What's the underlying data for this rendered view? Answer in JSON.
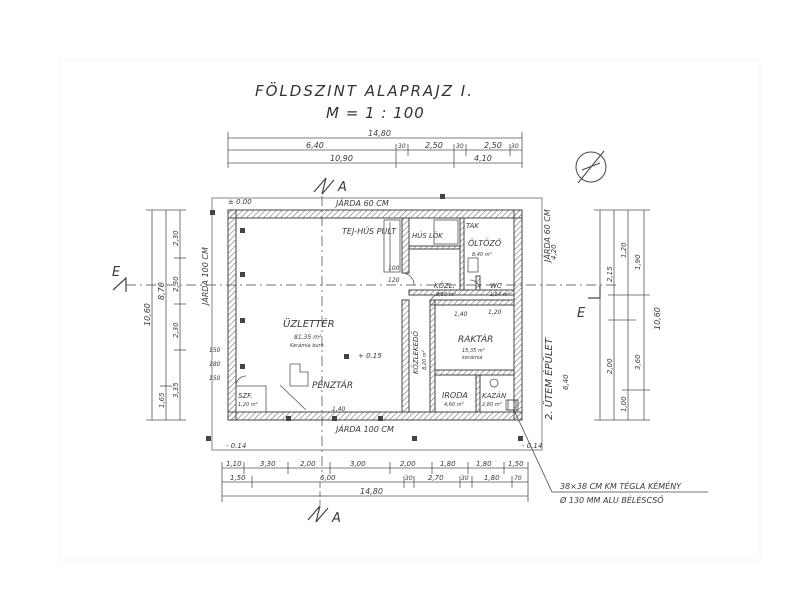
{
  "title": "FÖLDSZINT ALAPRAJZ I.",
  "scale": "M = 1 : 100",
  "rooms": {
    "salesroom": {
      "name": "ÜZLETTÉR",
      "area": "81,35 m²",
      "floor": "Kerámia burk."
    },
    "counter": "TEJ-HÚS PULT",
    "cashier": "PÉNZTÁR",
    "meat": "HÚS LÖK",
    "closet": "TAK",
    "changing": {
      "name": "ÖLTÖZŐ",
      "area": "8,40 m²"
    },
    "corridor": {
      "name": "KÖZL.",
      "area": "3,50 m²"
    },
    "wc": {
      "name": "WC",
      "area": "1,54 m²"
    },
    "storage": {
      "name": "RAKTÁR",
      "area": "15,35 m²",
      "floor": "kerámia"
    },
    "hallway": {
      "name": "KÖZLEKEDŐ",
      "area": "8,20 m²"
    },
    "office": {
      "name": "IRODA",
      "area": "4,60 m²"
    },
    "boiler": {
      "name": "KAZÁN",
      "area": "2,80 m²"
    },
    "storeroom": {
      "name": "SZF.",
      "area": "1,20 m²"
    }
  },
  "labels": {
    "sidewalk_top": "JÁRDA 60 CM",
    "sidewalk_bottom": "JÁRDA 100 CM",
    "sidewalk_left": "JÁRDA 100 CM",
    "sidewalk_right": "JÁRDA 60 CM",
    "second_phase": "2. ÜTEM ÉPÜLET",
    "chimney_line1": "38×38 CM KM TÉGLA KÉMÉNY",
    "chimney_line2": "Ø 130 MM ALU BÉLÉSCSŐ",
    "section_a": "A",
    "section_e": "E",
    "level_zero": "± 0.00",
    "level_minus": "- 0.14",
    "level_plus": "+ 0.15"
  },
  "dims_top": {
    "overall": "14,80",
    "row1": [
      "6,40",
      "30",
      "2,50",
      "30",
      "2,50",
      "30"
    ],
    "row2": [
      "10,90",
      "4,10"
    ]
  },
  "dims_bottom": {
    "row1": [
      "1,10",
      "3,30",
      "2,00",
      "3,00",
      "2,00",
      "1,80",
      "1,80",
      "1,50"
    ],
    "row2": [
      "1,50",
      "6,00",
      "30",
      "2,70",
      "30",
      "1,80",
      "70"
    ],
    "overall": "14,80"
  },
  "dims_left": [
    "10,60",
    "8,70",
    "2,30",
    "2,30",
    "2,30",
    "3,35",
    "1,65"
  ],
  "dims_right": [
    "10,60",
    "4,20",
    "6,40",
    "2,15",
    "1,20",
    "3,60",
    "1,00",
    "2,00",
    "1,90"
  ],
  "inner_dims": [
    "1,40",
    "1,40",
    "1,20",
    "150",
    "180",
    "150",
    "100",
    "120"
  ]
}
